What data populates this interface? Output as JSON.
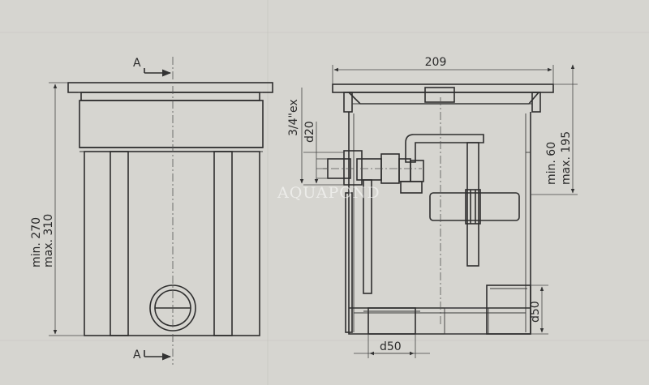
{
  "section_label": "A",
  "dimensions": {
    "width": "209",
    "height_min": "min. 270",
    "height_max": "max. 310",
    "inner_min": "min. 60",
    "inner_max": "max. 195",
    "thread": "3/4\"ex",
    "d20": "d20",
    "d50_bottom": "d50",
    "d50_side": "d50"
  },
  "watermark": "AQUAPOND"
}
